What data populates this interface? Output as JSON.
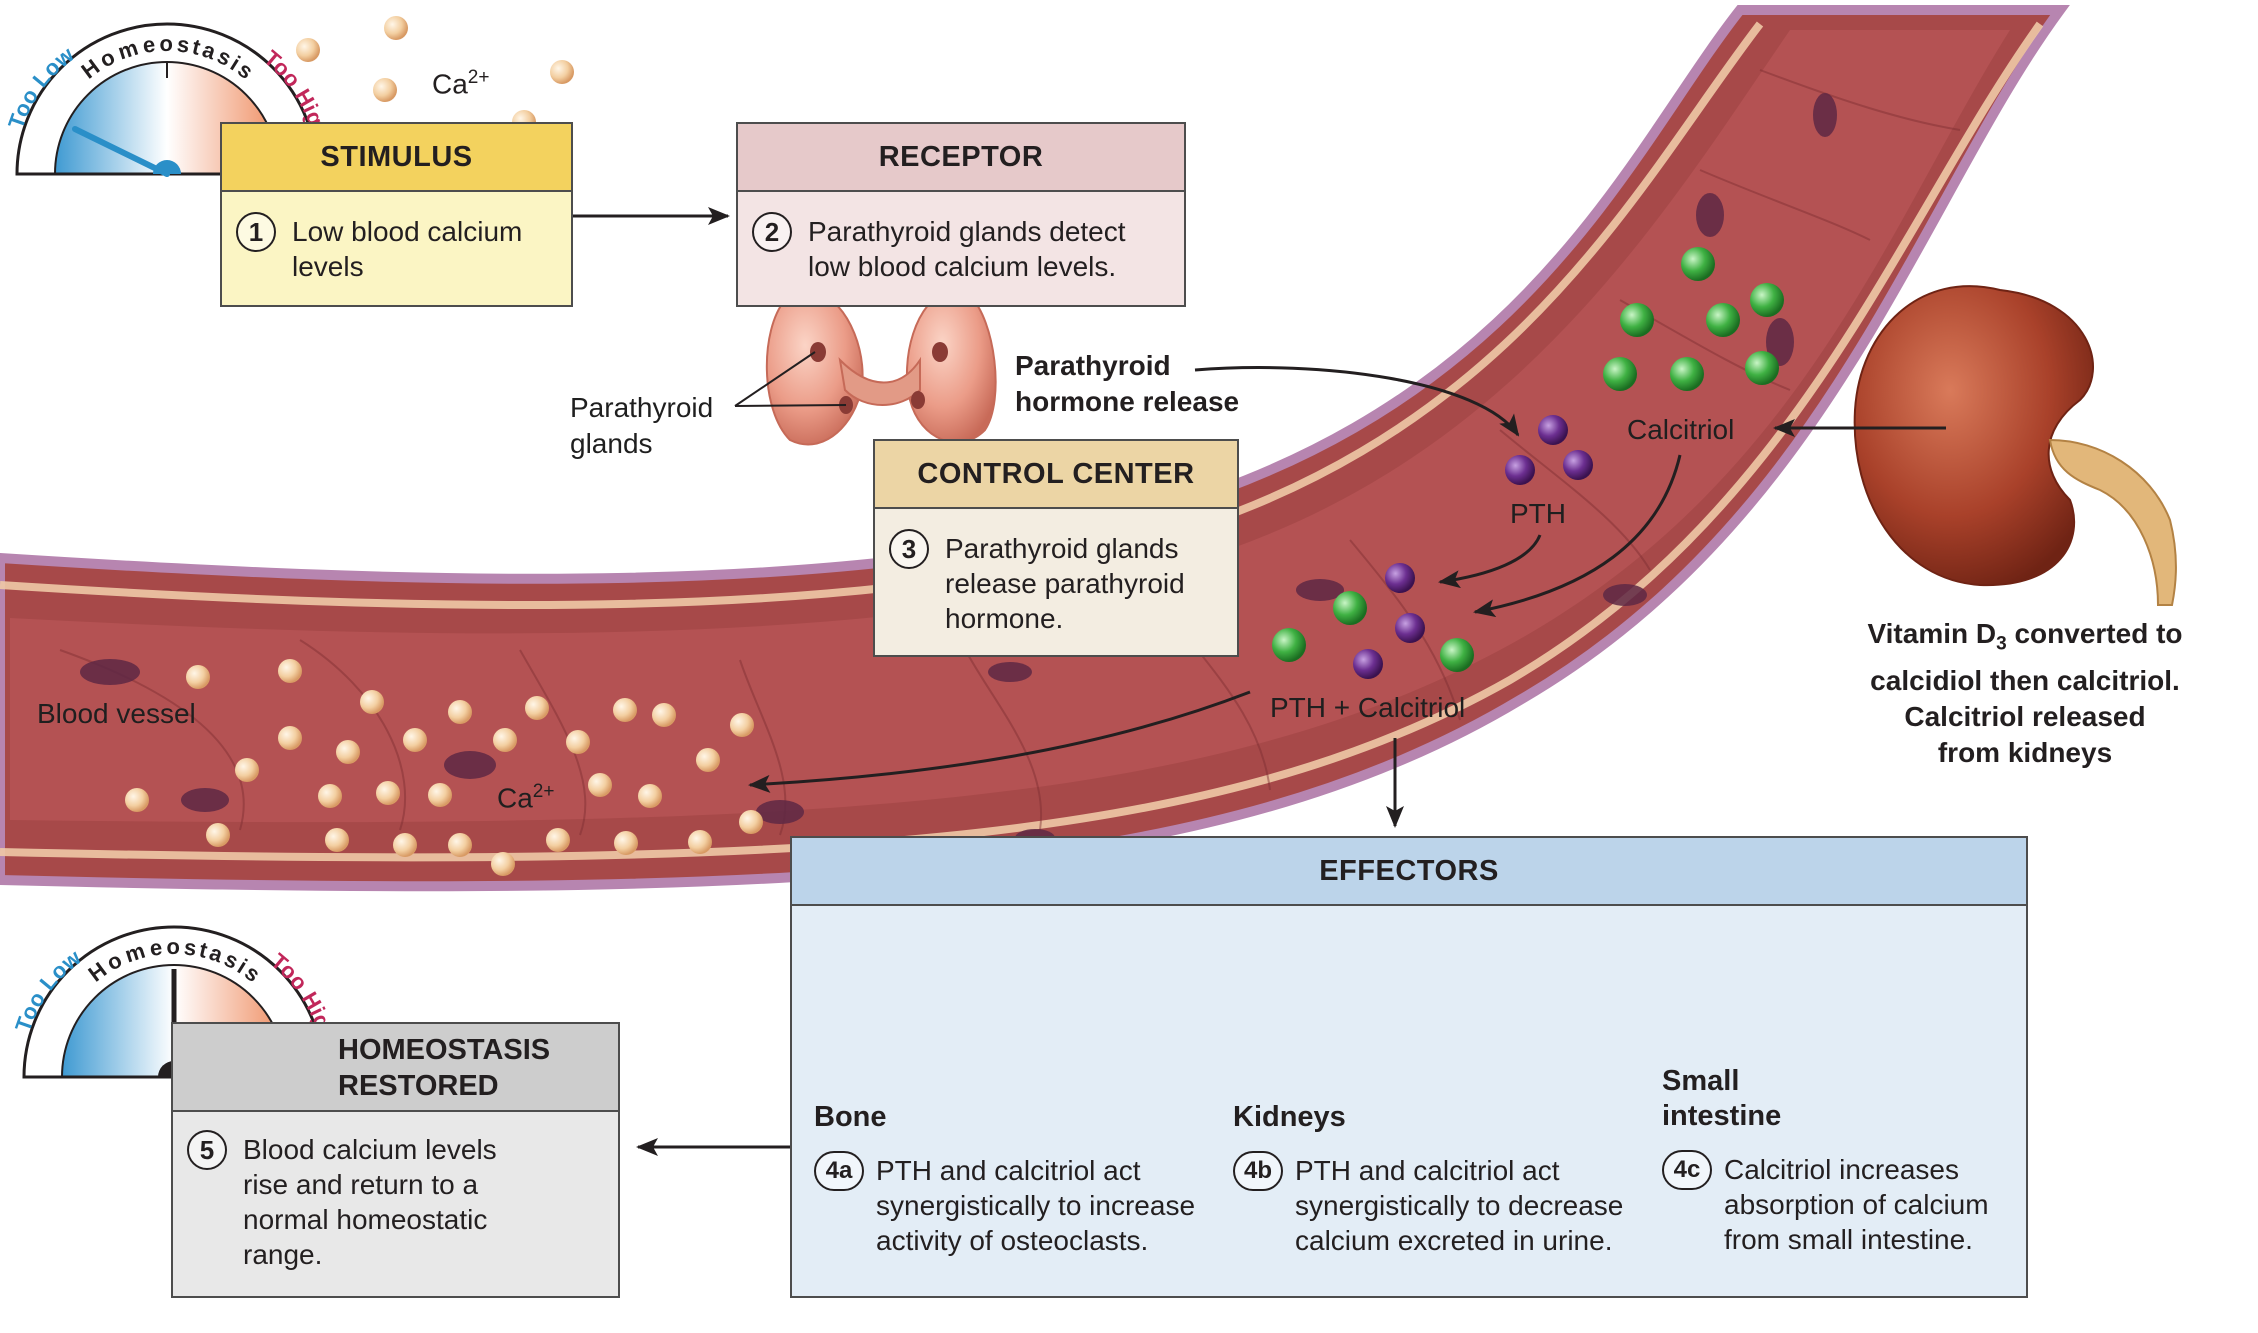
{
  "stimulus": {
    "title": "STIMULUS",
    "step": "1",
    "text": "Low blood calcium levels"
  },
  "receptor": {
    "title": "RECEPTOR",
    "step": "2",
    "text": "Parathyroid glands detect low blood calcium levels."
  },
  "control_center": {
    "title": "CONTROL CENTER",
    "step": "3",
    "text": "Parathyroid glands release parathyroid hormone."
  },
  "effectors": {
    "title": "EFFECTORS",
    "items": [
      {
        "name": "Bone",
        "step": "4a",
        "text": "PTH and calcitriol act synergistically to increase activity of osteoclasts."
      },
      {
        "name": "Kidneys",
        "step": "4b",
        "text": "PTH and calcitriol act synergistically to decrease calcium excreted in urine."
      },
      {
        "name": "Small intestine",
        "step": "4c",
        "text": "Calcitriol increases absorption of calcium from small intestine."
      }
    ]
  },
  "restored": {
    "title_line1": "HOMEOSTASIS",
    "title_line2": "RESTORED",
    "step": "5",
    "text": "Blood calcium levels rise and return to a normal homeostatic range."
  },
  "gauge": {
    "center_label": "Homeostasis",
    "low_label": "Too Low",
    "high_label": "Too High"
  },
  "labels": {
    "ca_top": "Ca",
    "ca_sup": "2+",
    "ca_vessel": "Ca",
    "parathyroid_line1": "Parathyroid",
    "parathyroid_line2": "glands",
    "hormone_release_line1": "Parathyroid",
    "hormone_release_line2": "hormone release",
    "calcitriol": "Calcitriol",
    "pth": "PTH",
    "pth_calcitriol": "PTH + Calcitriol",
    "blood_vessel": "Blood vessel",
    "vitd_pre": "Vitamin D",
    "vitd_sub": "3",
    "vitd_post": " converted to",
    "vitd_line2": "calcidiol then calcitriol.",
    "vitd_line3": "Calcitriol released",
    "vitd_line4": "from kidneys"
  },
  "colors": {
    "stimulus_head": "#f3d25e",
    "stimulus_body": "#fbf5c4",
    "receptor_head": "#e6c9ca",
    "receptor_body": "#f3e4e4",
    "control_head": "#ecd5a5",
    "control_body": "#f3ede1",
    "effectors_head": "#bcd4ea",
    "effectors_body": "#e3edf6",
    "restored_head": "#cdcdcd",
    "restored_body": "#e8e8e8",
    "vessel": "#b7474a",
    "calcium": "#f2cfa0",
    "pth": "#6a2e8c",
    "calcitriol": "#3eaa3f"
  },
  "gauge_readings": {
    "stimulus_gauge_level": 0.15,
    "restored_gauge_level": 0.5
  }
}
